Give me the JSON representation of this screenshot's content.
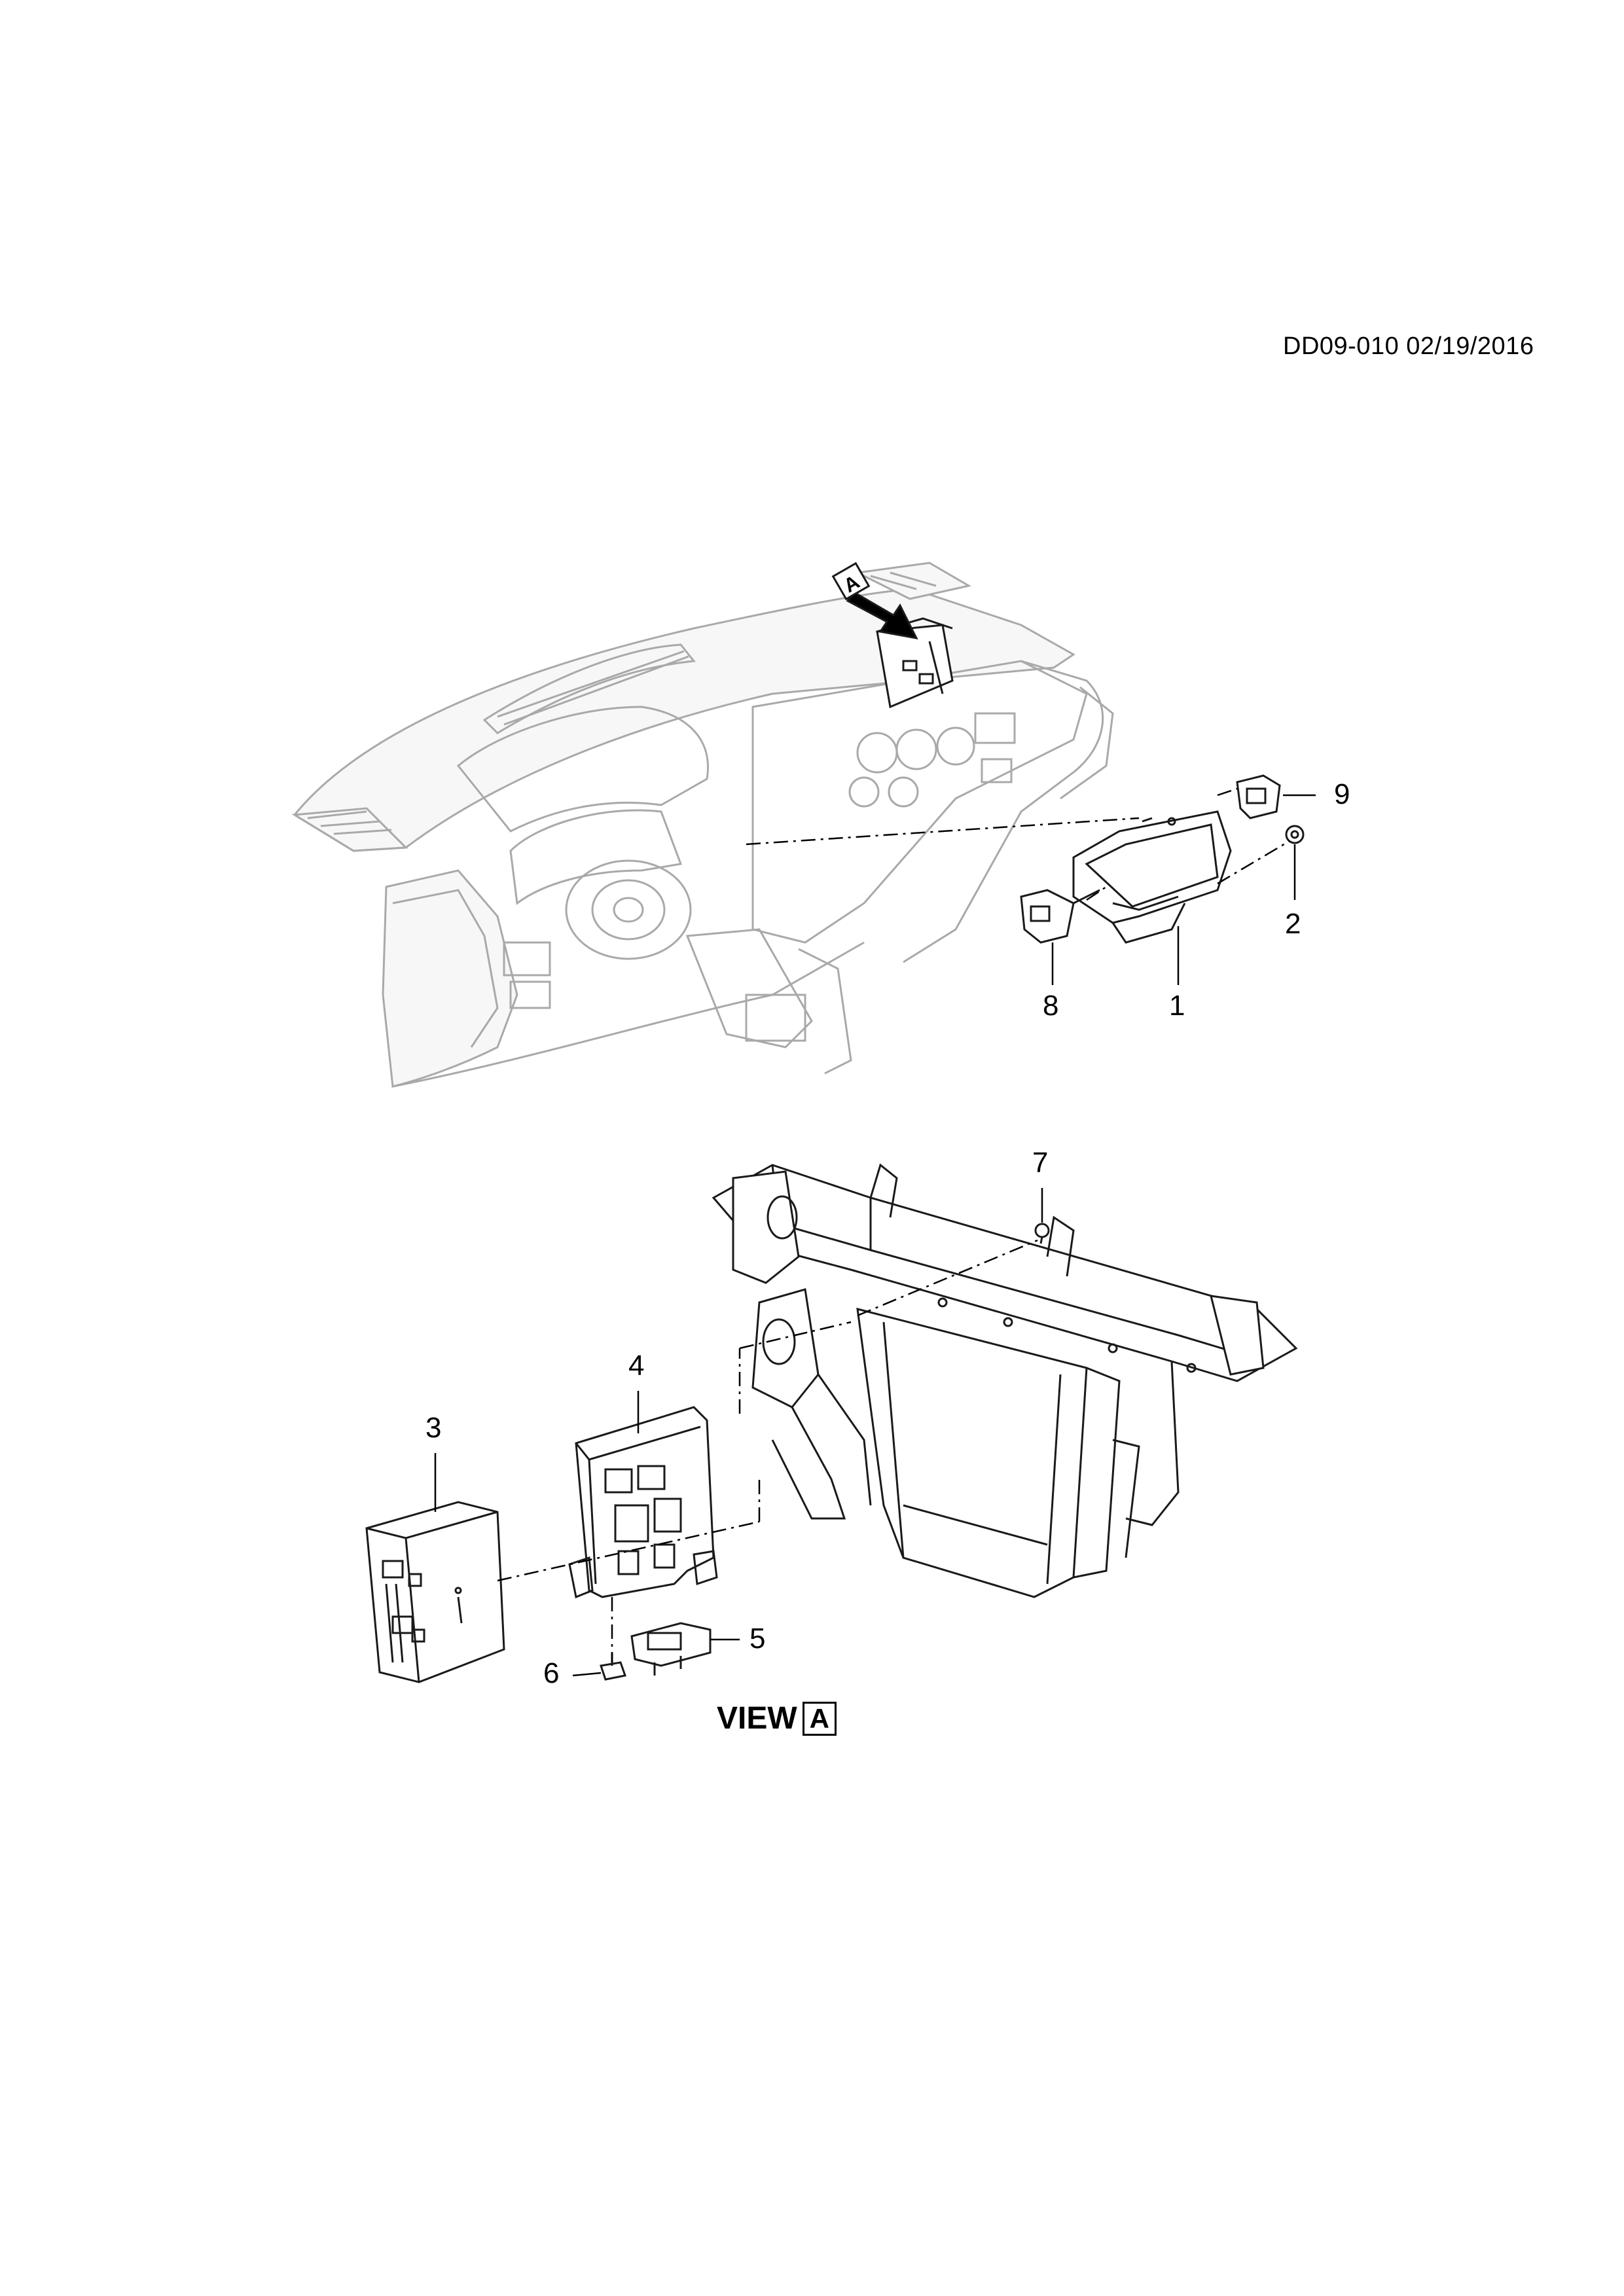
{
  "document": {
    "id_date": "DD09-010 02/19/2016"
  },
  "callouts": {
    "c1": "1",
    "c2": "2",
    "c3": "3",
    "c4": "4",
    "c5": "5",
    "c6": "6",
    "c7": "7",
    "c8": "8",
    "c9": "9"
  },
  "view": {
    "prefix": "VIEW",
    "letter": "A",
    "arrow_letter": "A"
  }
}
